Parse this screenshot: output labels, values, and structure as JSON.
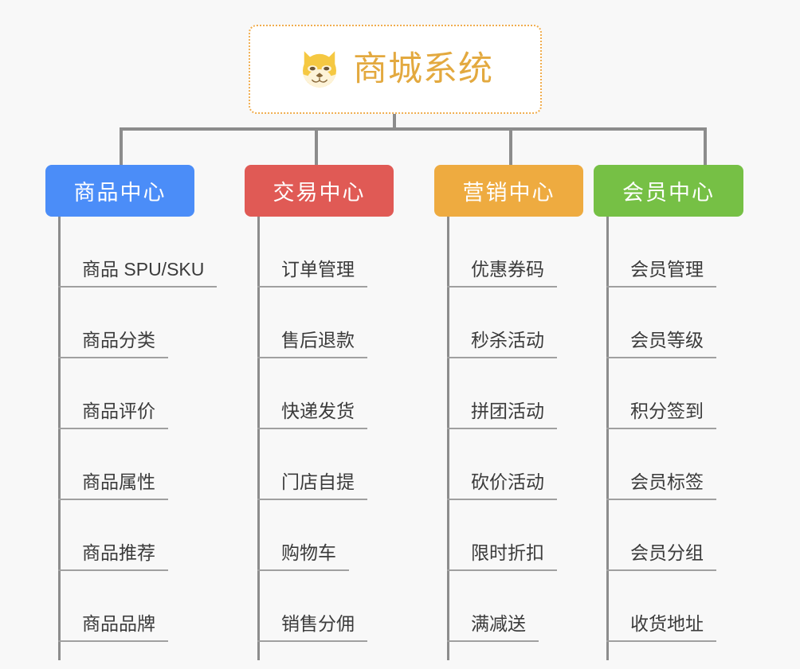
{
  "background_color": "#f8f8f8",
  "root": {
    "icon": "shiba-dog-face-emoji",
    "title": "商城系统",
    "title_color": "#e3a93f",
    "border_color": "#f0ad4e",
    "background_color": "#ffffff"
  },
  "connector_color": "#8c8c8c",
  "columns": [
    {
      "id": "product-center",
      "title": "商品中心",
      "color": "#4b8df8",
      "items": [
        "商品 SPU/SKU",
        "商品分类",
        "商品评价",
        "商品属性",
        "商品推荐",
        "商品品牌"
      ]
    },
    {
      "id": "trade-center",
      "title": "交易中心",
      "color": "#e05a55",
      "items": [
        "订单管理",
        "售后退款",
        "快递发货",
        "门店自提",
        "购物车",
        "销售分佣"
      ]
    },
    {
      "id": "marketing-center",
      "title": "营销中心",
      "color": "#eeab40",
      "items": [
        "优惠券码",
        "秒杀活动",
        "拼团活动",
        "砍价活动",
        "限时折扣",
        "满减送"
      ]
    },
    {
      "id": "member-center",
      "title": "会员中心",
      "color": "#76c045",
      "items": [
        "会员管理",
        "会员等级",
        "积分签到",
        "会员标签",
        "会员分组",
        "收货地址"
      ]
    }
  ]
}
